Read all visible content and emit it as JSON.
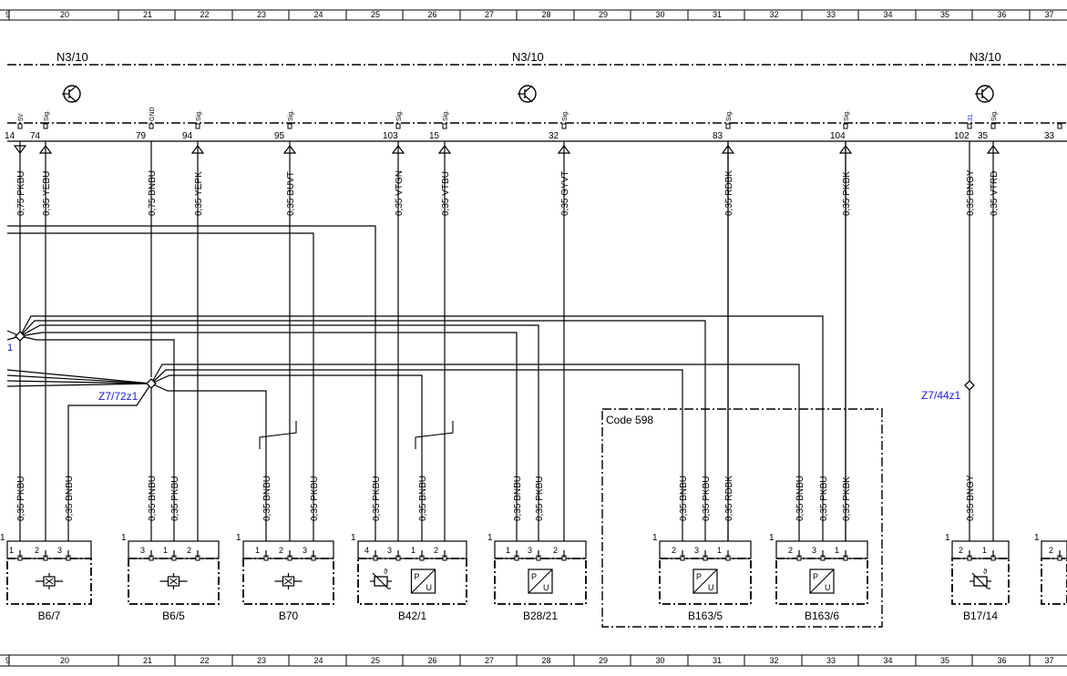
{
  "grid": {
    "columns": [
      "9",
      "20",
      "21",
      "22",
      "23",
      "24",
      "25",
      "26",
      "27",
      "28",
      "29",
      "30",
      "31",
      "32",
      "33",
      "34",
      "35",
      "36",
      "37"
    ]
  },
  "modules": [
    "N3/10",
    "N3/10",
    "N3/10"
  ],
  "pins": [
    {
      "number": "14",
      "function": "5V",
      "wire": "0,75 PKBU"
    },
    {
      "number": "74",
      "function": "Sig.",
      "wire": "0,35 YEBU"
    },
    {
      "number": "79",
      "function": "GND",
      "wire": "0,75 BNBU"
    },
    {
      "number": "94",
      "function": "Sig.",
      "wire": "0,35 YEPK"
    },
    {
      "number": "95",
      "function": "Sig.",
      "wire": "0,35 BUVT"
    },
    {
      "number": "103",
      "function": "Sig.",
      "wire": "0,35 VTGN"
    },
    {
      "number": "15",
      "function": "Sig.",
      "wire": "0,35 VTBU"
    },
    {
      "number": "32",
      "function": "Sig.",
      "wire": "0,35 GYVT"
    },
    {
      "number": "83",
      "function": "Sig.",
      "wire": "0,35 RDBK"
    },
    {
      "number": "104",
      "function": "Sig.",
      "wire": "0,35 PKBK"
    },
    {
      "number": "102",
      "function": "31",
      "wire": "0,35 BNGY"
    },
    {
      "number": "35",
      "function": "Sig.",
      "wire": "0,35 VTRD"
    },
    {
      "number": "33",
      "function": "",
      "wire": ""
    }
  ],
  "splices": [
    {
      "label": "1"
    },
    {
      "label": "Z7/72z1"
    },
    {
      "label": "Z7/44z1"
    }
  ],
  "code_box": {
    "label": "Code 598"
  },
  "lower_wires": [
    "0,35 PKBU",
    "0,35 BNBU",
    "0,35 BNBU",
    "0,35 PKBU",
    "0,35 BNBU",
    "0,35 PKBU",
    "0,35 PKBU",
    "0,35 BNBU",
    "0,35 BNBU",
    "0,35 PKBU",
    "0,35 BNBU",
    "0,35 PKBU",
    "0,35 RDBK",
    "0,35 BNBU",
    "0,35 PKBU",
    "0,35 PKBK",
    "0,35 BNGY"
  ],
  "components": [
    {
      "name": "B6/7",
      "connector": "1",
      "pins": [
        "1",
        "2",
        "3"
      ]
    },
    {
      "name": "B6/5",
      "connector": "1",
      "pins": [
        "3",
        "1",
        "2"
      ]
    },
    {
      "name": "B70",
      "connector": "1",
      "pins": [
        "1",
        "2",
        "3"
      ]
    },
    {
      "name": "B42/1",
      "connector": "1",
      "pins": [
        "4",
        "3",
        "1",
        "2"
      ]
    },
    {
      "name": "B28/21",
      "connector": "1",
      "pins": [
        "1",
        "3",
        "2"
      ]
    },
    {
      "name": "B163/5",
      "connector": "1",
      "pins": [
        "2",
        "3",
        "1"
      ]
    },
    {
      "name": "B163/6",
      "connector": "1",
      "pins": [
        "2",
        "3",
        "1"
      ]
    },
    {
      "name": "B17/14",
      "connector": "1",
      "pins": [
        "2",
        "1"
      ]
    },
    {
      "name": "",
      "connector": "1",
      "pins": [
        "2"
      ]
    }
  ],
  "sensor_symbols": {
    "pressure_top": "P",
    "pressure_bottom": "U",
    "temperature": "ϑ"
  }
}
